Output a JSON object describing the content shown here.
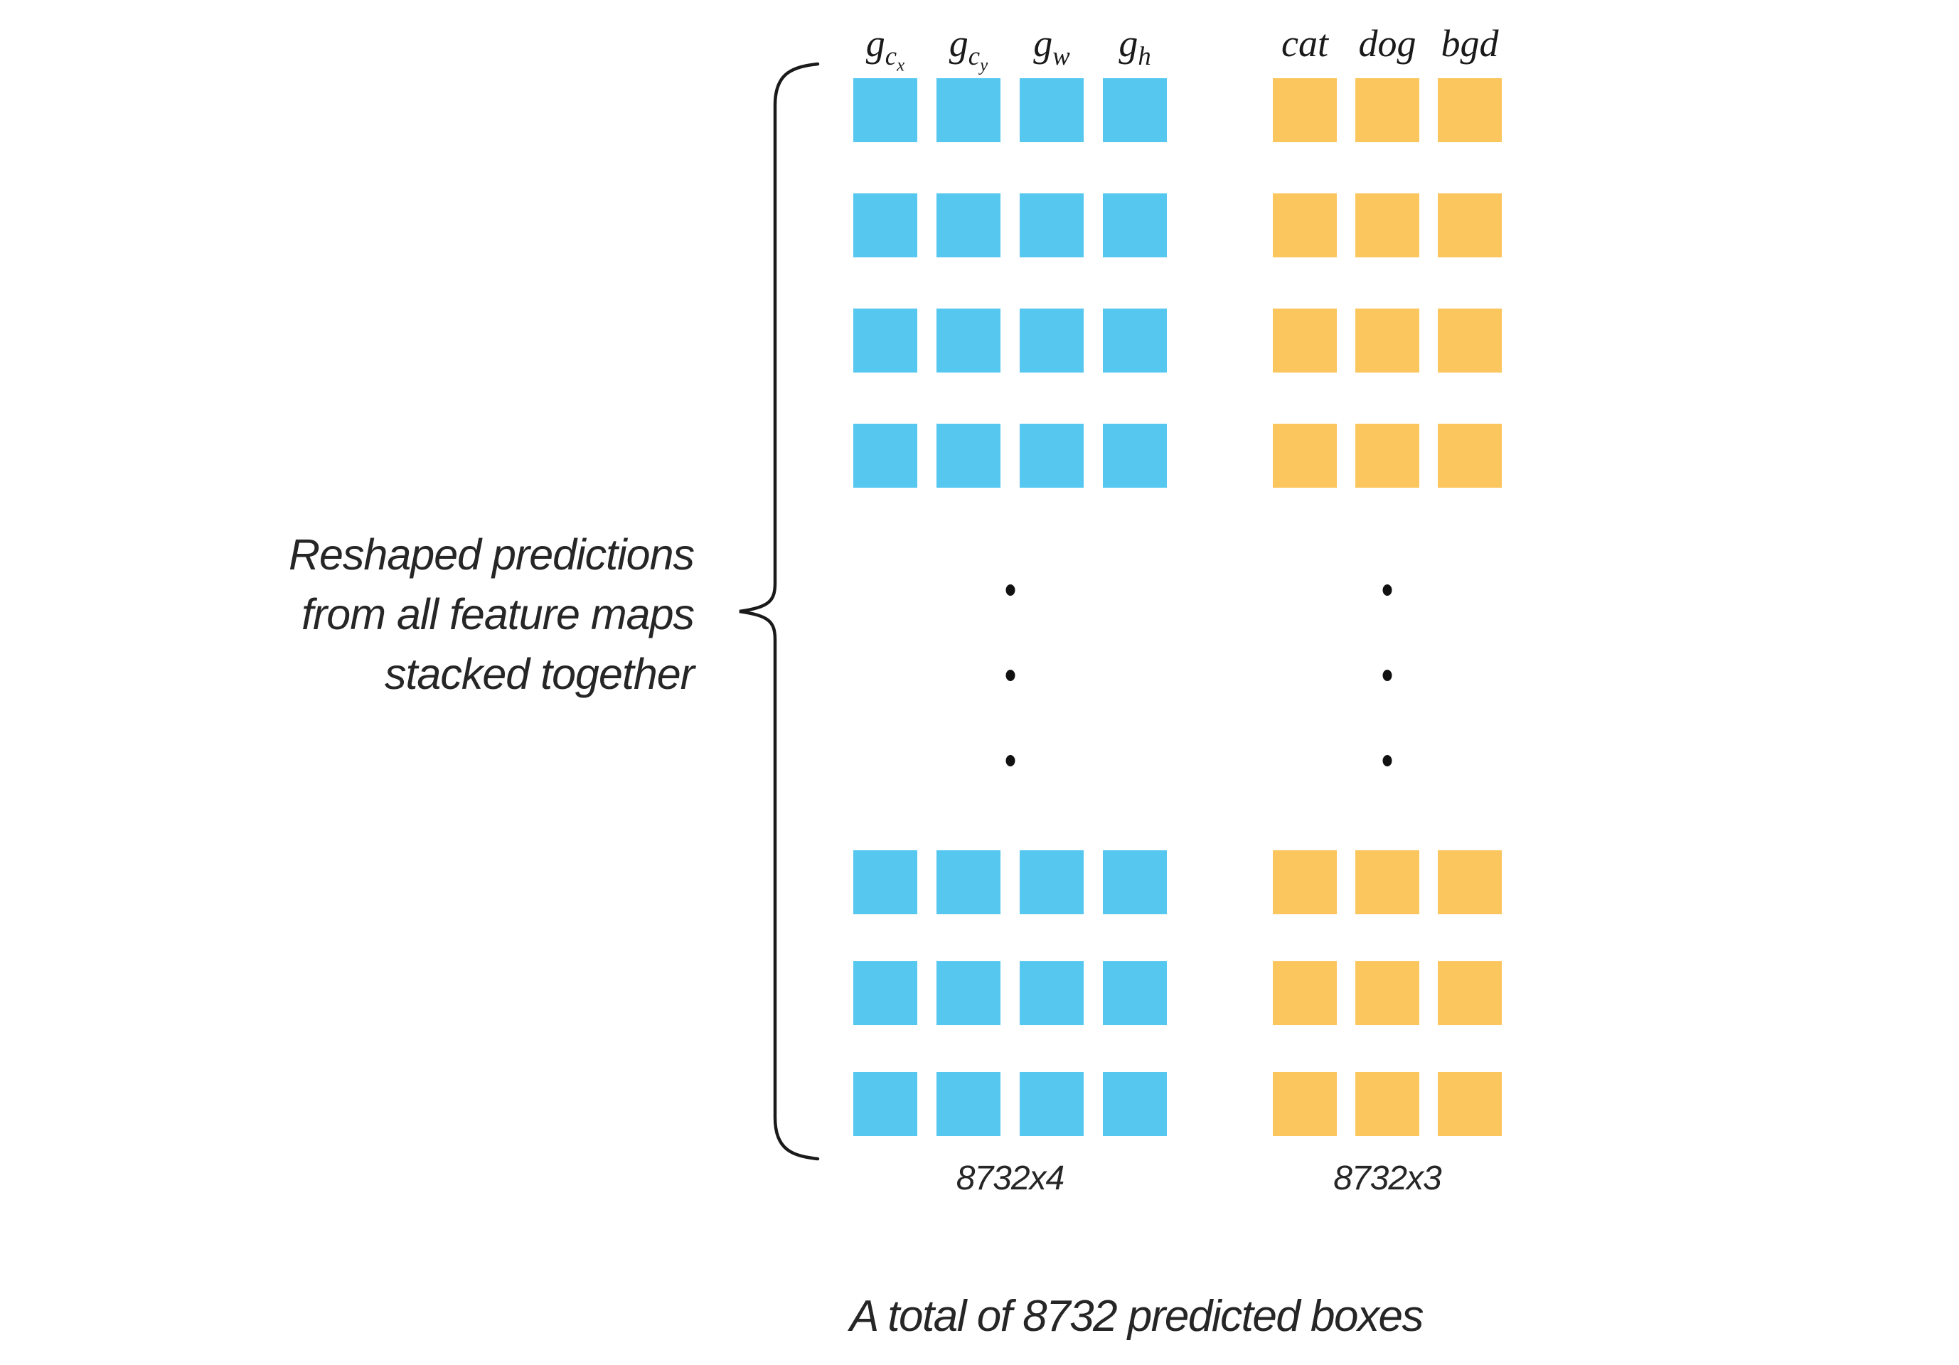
{
  "figure": {
    "background_color": "#FFFFFF",
    "text_color": "#262626",
    "brace_color": "#1A1A1A",
    "dot_color": "#111111",
    "annotation": {
      "lines": [
        "Reshaped predictions",
        "from all feature maps",
        "stacked together"
      ]
    },
    "loc_block": {
      "color": "#56C8F0",
      "headers": [
        {
          "base": "g",
          "sub": "c",
          "subsub": "x"
        },
        {
          "base": "g",
          "sub": "c",
          "subsub": "y"
        },
        {
          "base": "g",
          "sub": "w",
          "subsub": ""
        },
        {
          "base": "g",
          "sub": "h",
          "subsub": ""
        }
      ],
      "top_rows": 4,
      "bottom_rows": 3,
      "dots": 3,
      "size_label": "8732x4"
    },
    "cls_block": {
      "color": "#FBC65E",
      "headers": [
        "cat",
        "dog",
        "bgd"
      ],
      "top_rows": 4,
      "bottom_rows": 3,
      "dots": 3,
      "size_label": "8732x3"
    },
    "caption": "A total of 8732 predicted boxes"
  }
}
